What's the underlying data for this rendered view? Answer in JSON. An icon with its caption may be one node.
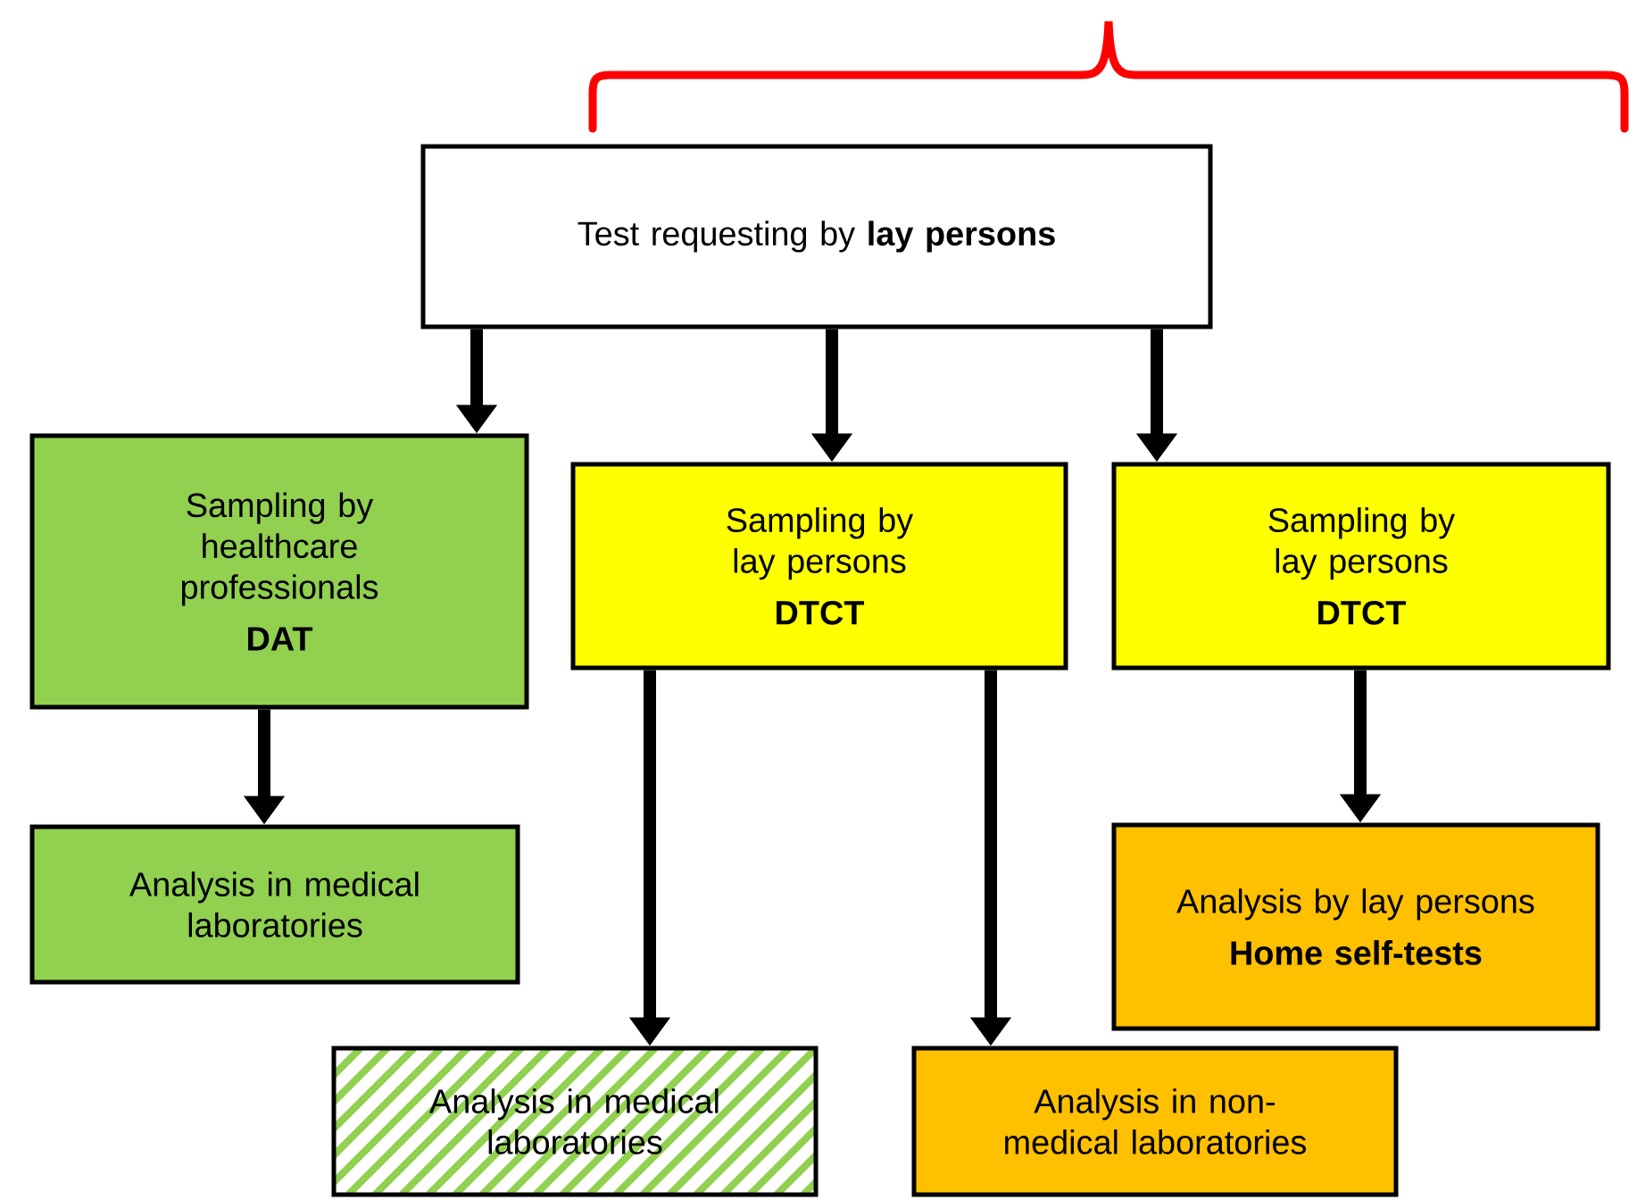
{
  "diagram": {
    "nodes": [
      {
        "text": [
          "Test requesting by **lay persons**"
        ]
      },
      {
        "text": [
          "Sampling by healthcare professionals",
          "DAT"
        ]
      },
      {
        "text": [
          "Sampling by lay persons",
          "DTCT"
        ]
      },
      {
        "text": [
          "Sampling by lay persons",
          "DTCT"
        ]
      },
      {
        "text": [
          "Analysis in medical laboratories"
        ]
      },
      {
        "text": [
          "Analysis in medical laboratories"
        ]
      },
      {
        "text": [
          "Analysis in non-medical laboratories"
        ]
      },
      {
        "text": [
          "Analysis by lay persons",
          "Home self-tests"
        ]
      }
    ],
    "edges": [
      {
        "from": 0,
        "to": 1,
        "arrow": "to"
      },
      {
        "from": 0,
        "to": 2,
        "arrow": "to"
      },
      {
        "from": 0,
        "to": 3,
        "arrow": "to"
      },
      {
        "from": 1,
        "to": 4,
        "arrow": "to"
      },
      {
        "from": 2,
        "to": 5,
        "arrow": "to"
      },
      {
        "from": 2,
        "to": 6,
        "arrow": "to"
      },
      {
        "from": 3,
        "to": 7,
        "arrow": "to"
      }
    ]
  }
}
